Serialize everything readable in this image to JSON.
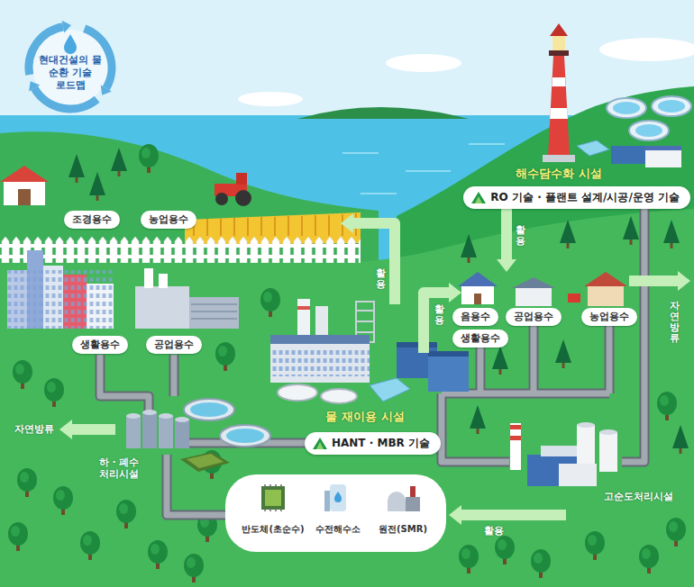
{
  "diagram": {
    "title": "현대건설의 물 순환 기술 로드맵",
    "nodes": [
      {
        "text": [
          "조경용수"
        ]
      },
      {
        "text": [
          "농업용수"
        ]
      },
      {
        "text": [
          "RO 기술 · 플랜트 설계/시공/운영 기술"
        ]
      },
      {
        "text": [
          "음용수"
        ]
      },
      {
        "text": [
          "공업용수"
        ]
      },
      {
        "text": [
          "농업용수"
        ]
      },
      {
        "text": [
          "생활용수"
        ]
      },
      {
        "text": [
          "공업용수"
        ]
      },
      {
        "text": [
          "생활용수"
        ]
      },
      {
        "text": [
          "HANT · MBR 기술"
        ]
      },
      {
        "text": [
          "반도체(초순수)",
          "수전해수소",
          "원전(SMR)"
        ]
      }
    ],
    "labels": [
      "해수담수화 시설",
      "활용",
      "활용",
      "활용",
      "자연방류",
      "물 재이용 시설",
      "자연방류",
      "하 · 폐수 처리시설",
      "고순도처리시설",
      "활용"
    ]
  }
}
